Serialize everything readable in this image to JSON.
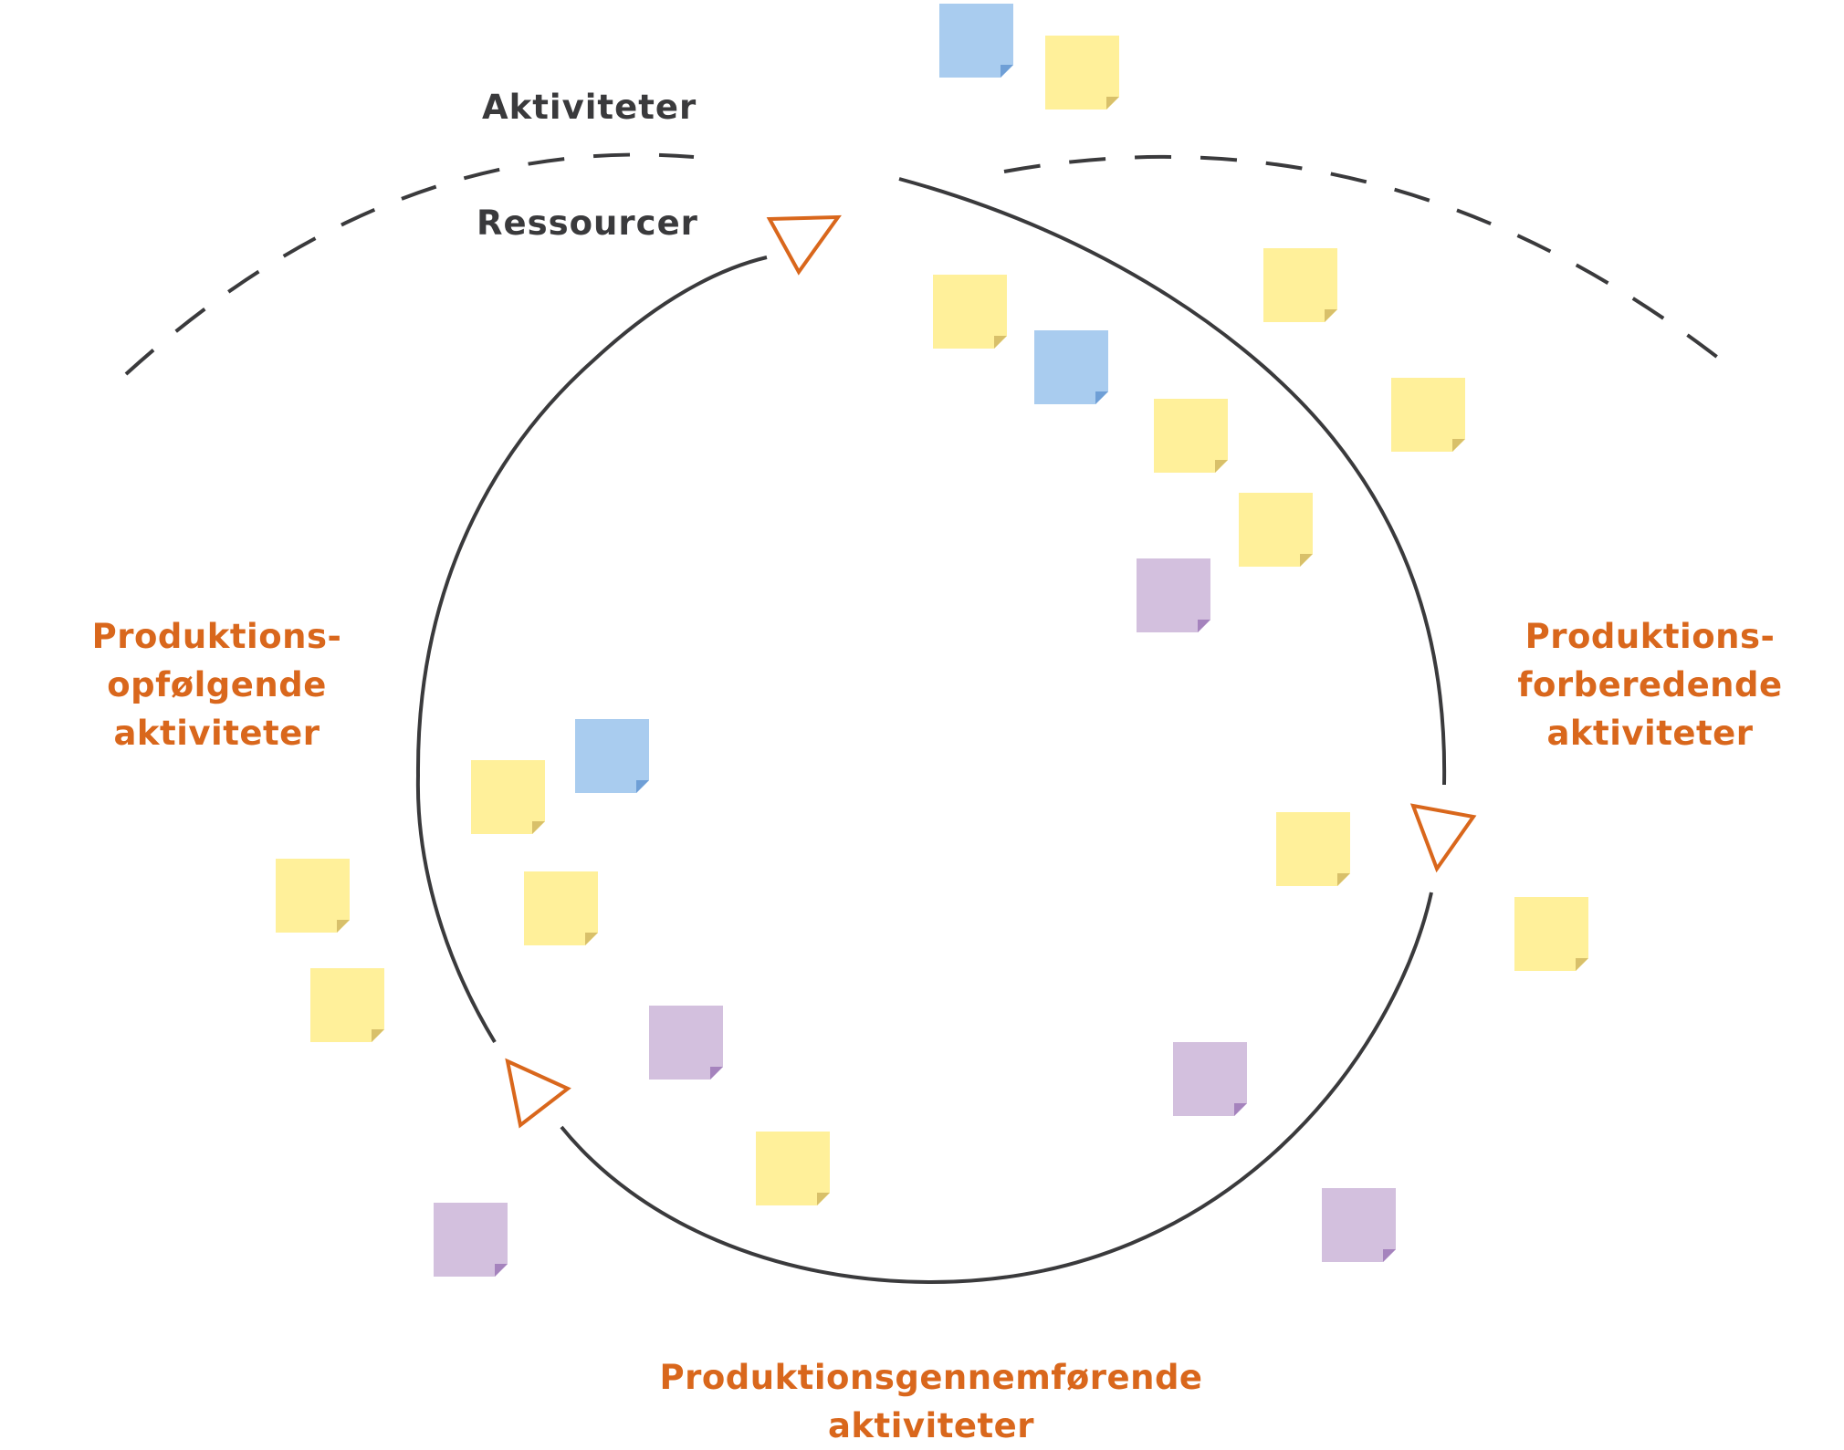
{
  "labels": {
    "aktiviteter": "Aktiviteter",
    "ressourcer": "Ressourcer",
    "opfoelgende": [
      "Produktions-",
      "opfølgende",
      "aktiviteter"
    ],
    "forberedende": [
      "Produktions-",
      "forberedende",
      "aktiviteter"
    ],
    "gennemfoerende": [
      "Produktionsgennemførende",
      "aktiviteter"
    ]
  },
  "colors": {
    "stroke": "#3a3a3c",
    "accent": "#d9671c",
    "note_yellow": "#fff09a",
    "note_yellow_fold": "#d8c06a",
    "note_blue": "#a9ccef",
    "note_blue_fold": "#6f9fd6",
    "note_purple": "#d3c0de",
    "note_purple_fold": "#a583bd"
  },
  "notes": [
    {
      "color": "blue"
    },
    {
      "color": "yellow"
    },
    {
      "color": "yellow"
    },
    {
      "color": "blue"
    },
    {
      "color": "yellow"
    },
    {
      "color": "yellow"
    },
    {
      "color": "yellow"
    },
    {
      "color": "yellow"
    },
    {
      "color": "purple"
    },
    {
      "color": "blue"
    },
    {
      "color": "yellow"
    },
    {
      "color": "yellow"
    },
    {
      "color": "yellow"
    },
    {
      "color": "yellow"
    },
    {
      "color": "purple"
    },
    {
      "color": "yellow"
    },
    {
      "color": "purple"
    },
    {
      "color": "yellow"
    },
    {
      "color": "yellow"
    },
    {
      "color": "purple"
    },
    {
      "color": "purple"
    }
  ]
}
